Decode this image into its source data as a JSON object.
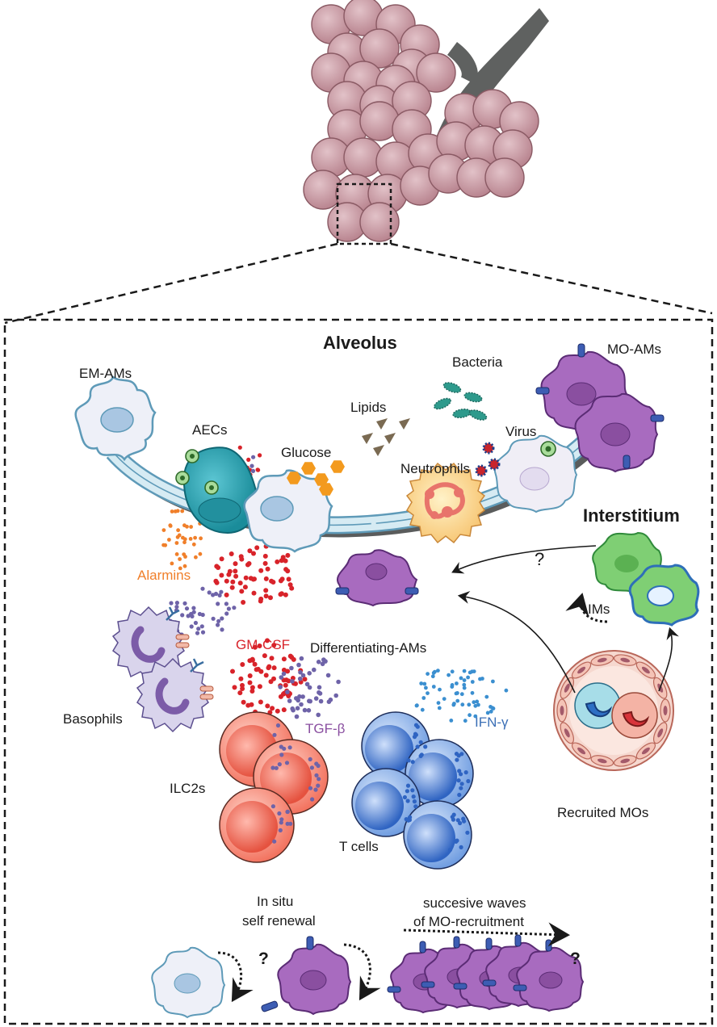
{
  "titles": {
    "alveolus": "Alveolus",
    "interstitium": "Interstitium"
  },
  "labels": {
    "em_ams": "EM-AMs",
    "aecs": "AECs",
    "glucose": "Glucose",
    "lipids": "Lipids",
    "bacteria": "Bacteria",
    "mo_ams": "MO-AMs",
    "virus": "Virus",
    "neutrophils": "Neutrophils",
    "alarmins": "Alarmins",
    "gm_csf": "GM-CSF",
    "differentiating_ams": "Differentiating-AMs",
    "basophils": "Basophils",
    "tgf_beta": "TGF-β",
    "ifn_gamma": "IFN-γ",
    "ilc2s": "ILC2s",
    "t_cells": "T cells",
    "ims": "IMs",
    "recruited_mos": "Recruited MOs",
    "in_situ": "In situ",
    "self_renewal": "self renewal",
    "waves_line1": "succesive waves",
    "waves_line2": "of MO-recruitment",
    "question_mark": "?"
  },
  "colors": {
    "lung": "#c99aa3",
    "lung_dark": "#a36f7a",
    "airway": "#5f6160",
    "membrane": "#cfe6f0",
    "membrane_edge": "#5e9ab8",
    "alarmins": "#f07f2a",
    "gm_csf": "#d8232a",
    "tgf_beta": "#8a4fa0",
    "ifn_gamma": "#3b6fb6",
    "mo_am": "#a86bbf",
    "em_am": "#eef0f8",
    "aec": "#2aa6b5",
    "glucose": "#f39a1e",
    "bacteria": "#2e9a8c",
    "ilc2": "#f07a6a",
    "tcell": "#4a7fcf",
    "im": "#6cc26a"
  }
}
